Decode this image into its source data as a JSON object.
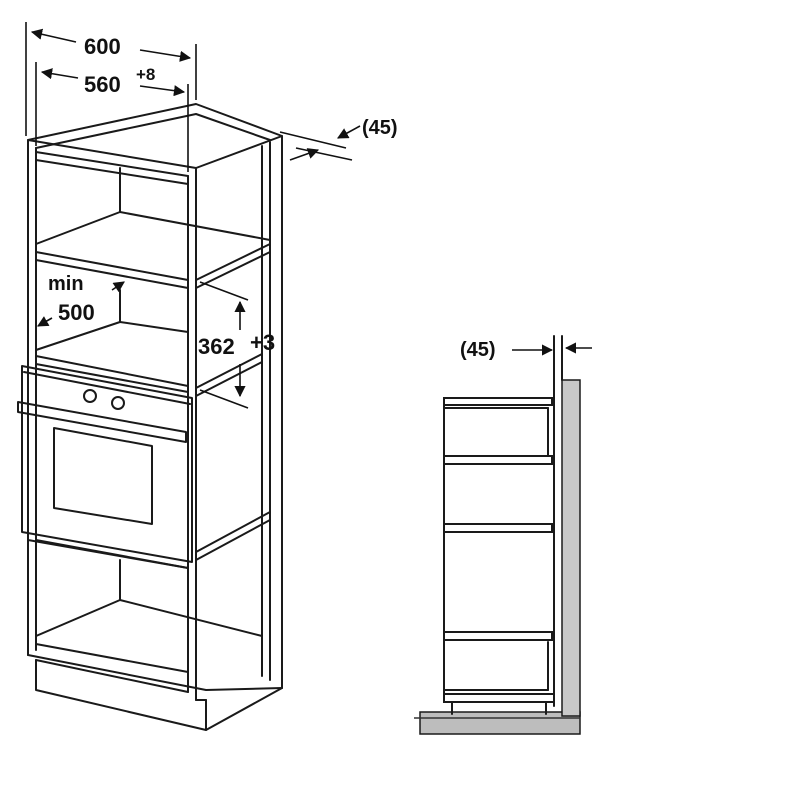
{
  "dimensions": {
    "width_total": "600",
    "width_niche": "560",
    "width_niche_tol": "+8",
    "depth_label": "(45)",
    "min_word": "min",
    "min_depth": "500",
    "height_niche": "362",
    "height_niche_tol": "+3",
    "side_gap": "(45)"
  },
  "colors": {
    "line": "#1a1a1a",
    "wall": "#c8c8c8",
    "floor": "#bdbdbd"
  }
}
